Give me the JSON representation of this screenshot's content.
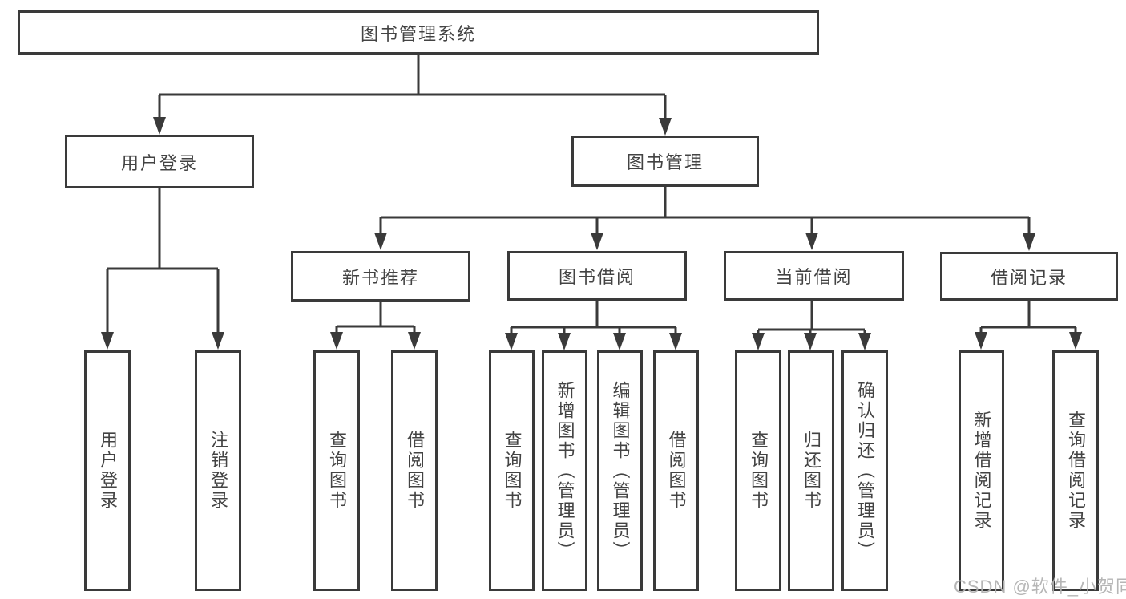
{
  "colors": {
    "line": "#3a3a3a",
    "box_border": "#3a3a3a",
    "box_fill": "#ffffff",
    "text": "#434343",
    "watermark": "#b2b2b2"
  },
  "nodes": {
    "root": "图书管理系统",
    "user_login": "用户登录",
    "book_mgmt": "图书管理",
    "new_book_rec": "新书推荐",
    "book_borrow": "图书借阅",
    "current_borrow": "当前借阅",
    "borrow_records": "借阅记录",
    "leaf_user_login": "用户登录",
    "leaf_logout": "注销登录",
    "leaf_rec_query_books": "查询图书",
    "leaf_rec_borrow_books": "借阅图书",
    "leaf_bb_query_books": "查询图书",
    "leaf_bb_add_books": "新增图书（管理员）",
    "leaf_bb_edit_books": "编辑图书（管理员）",
    "leaf_bb_borrow_books": "借阅图书",
    "leaf_cb_query_books": "查询图书",
    "leaf_cb_return_books": "归还图书",
    "leaf_cb_confirm_return": "确认归还（管理员）",
    "leaf_br_add_record": "新增借阅记录",
    "leaf_br_query_record": "查询借阅记录"
  },
  "watermark": "CSDN @软件_小贺同学"
}
